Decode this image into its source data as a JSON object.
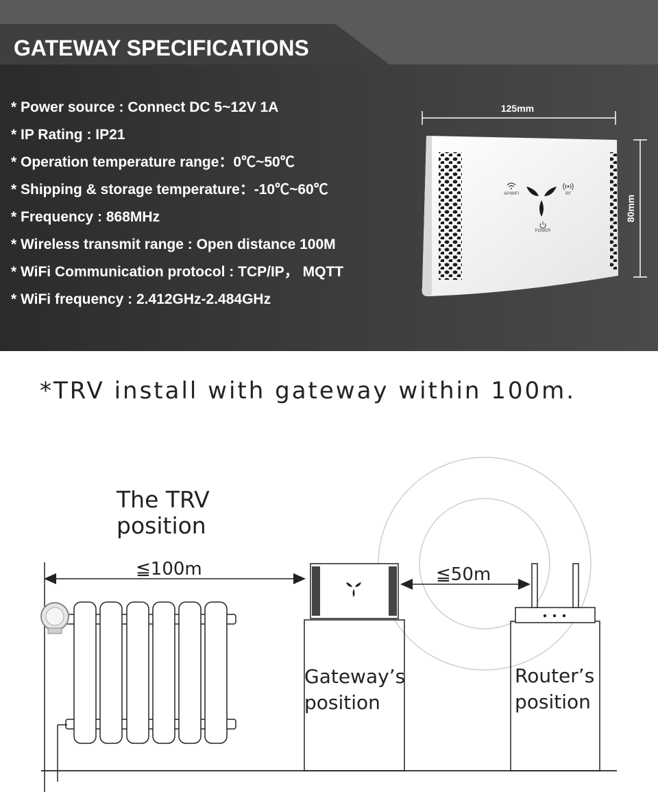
{
  "header": {
    "title": "GATEWAY SPECIFICATIONS"
  },
  "specs": [
    "* Power source : Connect DC 5~12V 1A",
    "* IP Rating : IP21",
    "* Operation temperature range：0℃~50℃",
    "* Shipping & storage temperature：-10℃~60℃",
    "* Frequency : 868MHz",
    "* Wireless transmit range : Open distance 100M",
    "* WiFi Communication protocol : TCP/IP， MQTT",
    "* WiFi frequency : 2.412GHz-2.484GHz"
  ],
  "device": {
    "width_label": "125mm",
    "height_label": "80mm",
    "wifi_label": "AP/WIFI",
    "rf_label": "RF",
    "power_label": "POWER"
  },
  "install": {
    "note": "*TRV install with gateway within 100m.",
    "trv_position_line1": "The TRV",
    "trv_position_line2": "position",
    "distance_gateway": "≦100m",
    "distance_router": "≦50m",
    "gateway_position_line1": "Gateway’s",
    "gateway_position_line2": "position",
    "router_position_line1": "Router’s",
    "router_position_line2": "position"
  },
  "colors": {
    "panel_dark": "#2b2b2b",
    "panel_light": "#4a4a4a",
    "header_band": "#3f3f3f",
    "header_slant": "#5a5a5a",
    "text_light": "#ffffff",
    "diagram_ink": "#222222"
  }
}
